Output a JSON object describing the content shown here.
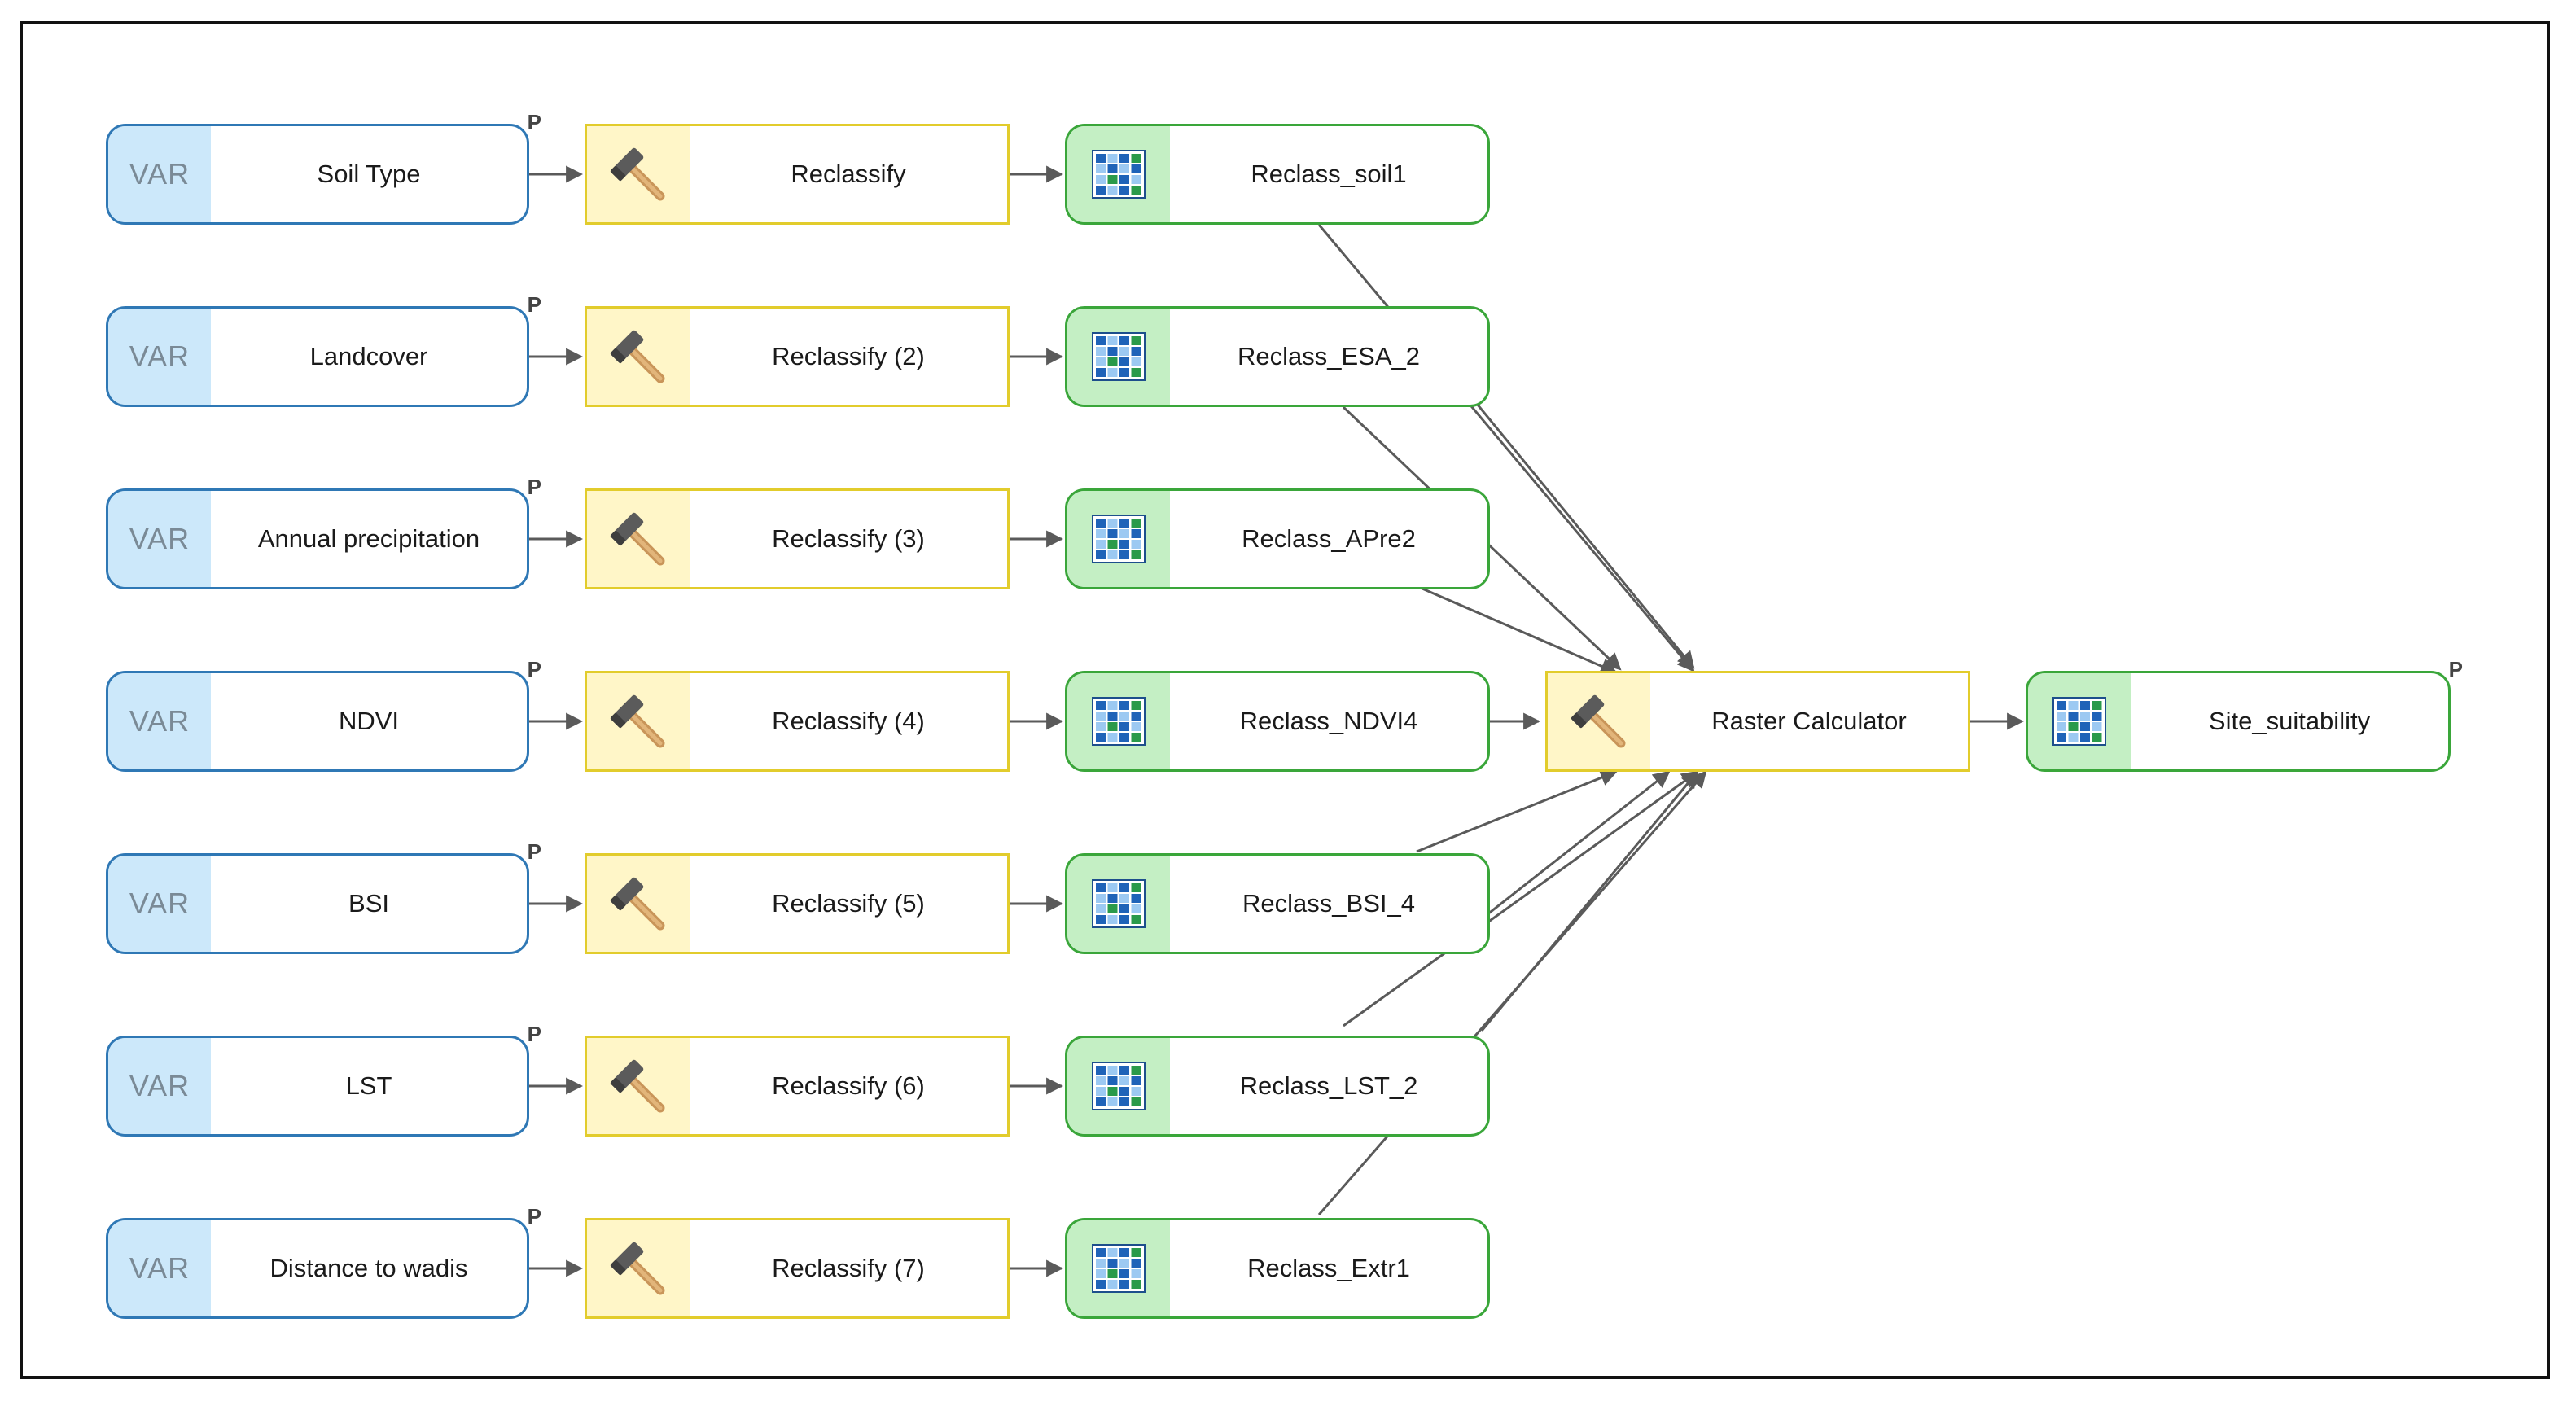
{
  "icons": {
    "variable": "VAR",
    "tool": "hammer-icon",
    "data": "raster-grid-icon"
  },
  "parameter_marker": "P",
  "colors": {
    "variable_border": "#2f78b5",
    "variable_fill": "#cce8fa",
    "tool_border": "#e2cc2c",
    "tool_fill": "#fff6c8",
    "data_border": "#3aa63a",
    "data_fill": "#c4efc4",
    "connector": "#5a5a5a"
  },
  "inputs": [
    {
      "label": "Soil Type",
      "parameter": "P"
    },
    {
      "label": "Landcover",
      "parameter": "P"
    },
    {
      "label": "Annual precipitation",
      "parameter": "P"
    },
    {
      "label": "NDVI",
      "parameter": "P"
    },
    {
      "label": "BSI",
      "parameter": "P"
    },
    {
      "label": "LST",
      "parameter": "P"
    },
    {
      "label": "Distance to wadis",
      "parameter": "P"
    }
  ],
  "tools": [
    {
      "label": "Reclassify"
    },
    {
      "label": "Reclassify (2)"
    },
    {
      "label": "Reclassify (3)"
    },
    {
      "label": "Reclassify (4)"
    },
    {
      "label": "Reclassify (5)"
    },
    {
      "label": "Reclassify (6)"
    },
    {
      "label": "Reclassify (7)"
    }
  ],
  "outputs": [
    {
      "label": "Reclass_soil1"
    },
    {
      "label": "Reclass_ESA_2"
    },
    {
      "label": "Reclass_APre2"
    },
    {
      "label": "Reclass_NDVI4"
    },
    {
      "label": "Reclass_BSI_4"
    },
    {
      "label": "Reclass_LST_2"
    },
    {
      "label": "Reclass_Extr1"
    }
  ],
  "calculator": {
    "label": "Raster Calculator"
  },
  "result": {
    "label": "Site_suitability",
    "parameter": "P"
  }
}
